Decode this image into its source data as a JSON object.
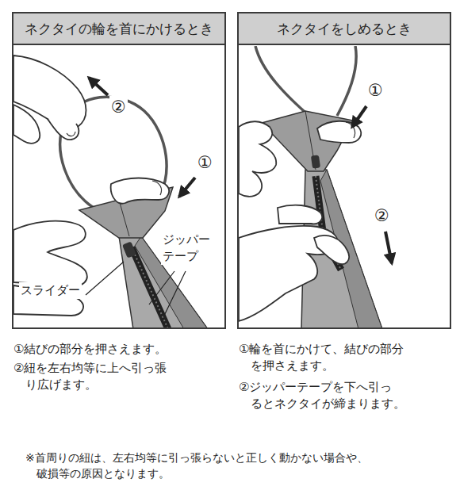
{
  "diagram": {
    "nodes": [
      {
        "text": [
          "ネクタイの輪を首にかけるとき"
        ]
      },
      {
        "text": [
          "ネクタイをしめるとき"
        ]
      }
    ],
    "labels": [
      "②",
      "①",
      "ジッパー テープ",
      "スライダー",
      "①",
      "②",
      "①結びの部分を押さえます。",
      "②紐を左右均等に上へ引っ張 り広げます。",
      "①輪を首にかけて、結びの部分 を押さえます。",
      "②ジッパーテープを下へ引っ るとネクタイが締まります。",
      "※首周りの紐は、左右均等に引っ張らないと正しく動かない場合や、 破損等の原因となります。"
    ]
  }
}
